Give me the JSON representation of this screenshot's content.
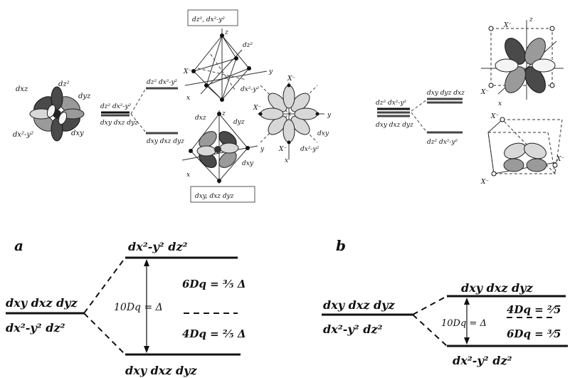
{
  "top": {
    "cluster_labels": {
      "dxz": "dxz",
      "dz2": "dz²",
      "dyz": "dyz",
      "dx2y2": "dx²-y²",
      "dxy": "dxy"
    },
    "oct_split": {
      "left_upper": "dz² dx²-y²",
      "left_lower": "dxy dxz dyz",
      "right_upper": "dz² dx²-y²",
      "right_lower": "dxy dxz dyz"
    },
    "box_top_label": "dz², dx²-y²",
    "box_bottom_label": "dxy, dxz  dyz",
    "octa_top_labels": {
      "z": "z",
      "y": "y",
      "x": "x",
      "dz2": "dz²",
      "dx2y2": "dx²-y²",
      "ligand": "X⁻"
    },
    "octa_bottom_labels": {
      "z": "z",
      "y": "y",
      "x": "x",
      "dxz": "dxz",
      "dyz": "dyz",
      "dxy": "dxy"
    },
    "planar_labels": {
      "x_minus": "X⁻",
      "y": "y",
      "x": "x",
      "dxy": "dxy",
      "dx2y2": "dx²-y²"
    },
    "tet_split": {
      "left_upper": "dz² dx²-y²",
      "left_lower": "dxy dxz dyz",
      "right_upper": "dxy dyz dxz",
      "right_lower": "dz² dx²-y²"
    },
    "cube_labels": {
      "z": "z",
      "x": "x",
      "ligand": "X⁻"
    }
  },
  "panel_a": {
    "letter": "a",
    "upper": "dx²-y²  dz²",
    "left_top": "dxy dxz dyz",
    "left_bottom": "dx²-y²  dz²",
    "gap": "10Dq = Δ",
    "up_energy": "6Dq = ³⁄₅ Δ",
    "down_energy": "4Dq = ²⁄₅ Δ",
    "lower": "dxy dxz dyz"
  },
  "panel_b": {
    "letter": "b",
    "upper": "dxy dxz dyz",
    "left_top": "dxy dxz dyz",
    "left_bottom": "dx²-y²  dz²",
    "gap": "10Dq = Δ",
    "up_energy": "4Dq = ²⁄5",
    "down_energy": "6Dq = ³⁄5",
    "lower": "dx²-y²  dz²"
  }
}
